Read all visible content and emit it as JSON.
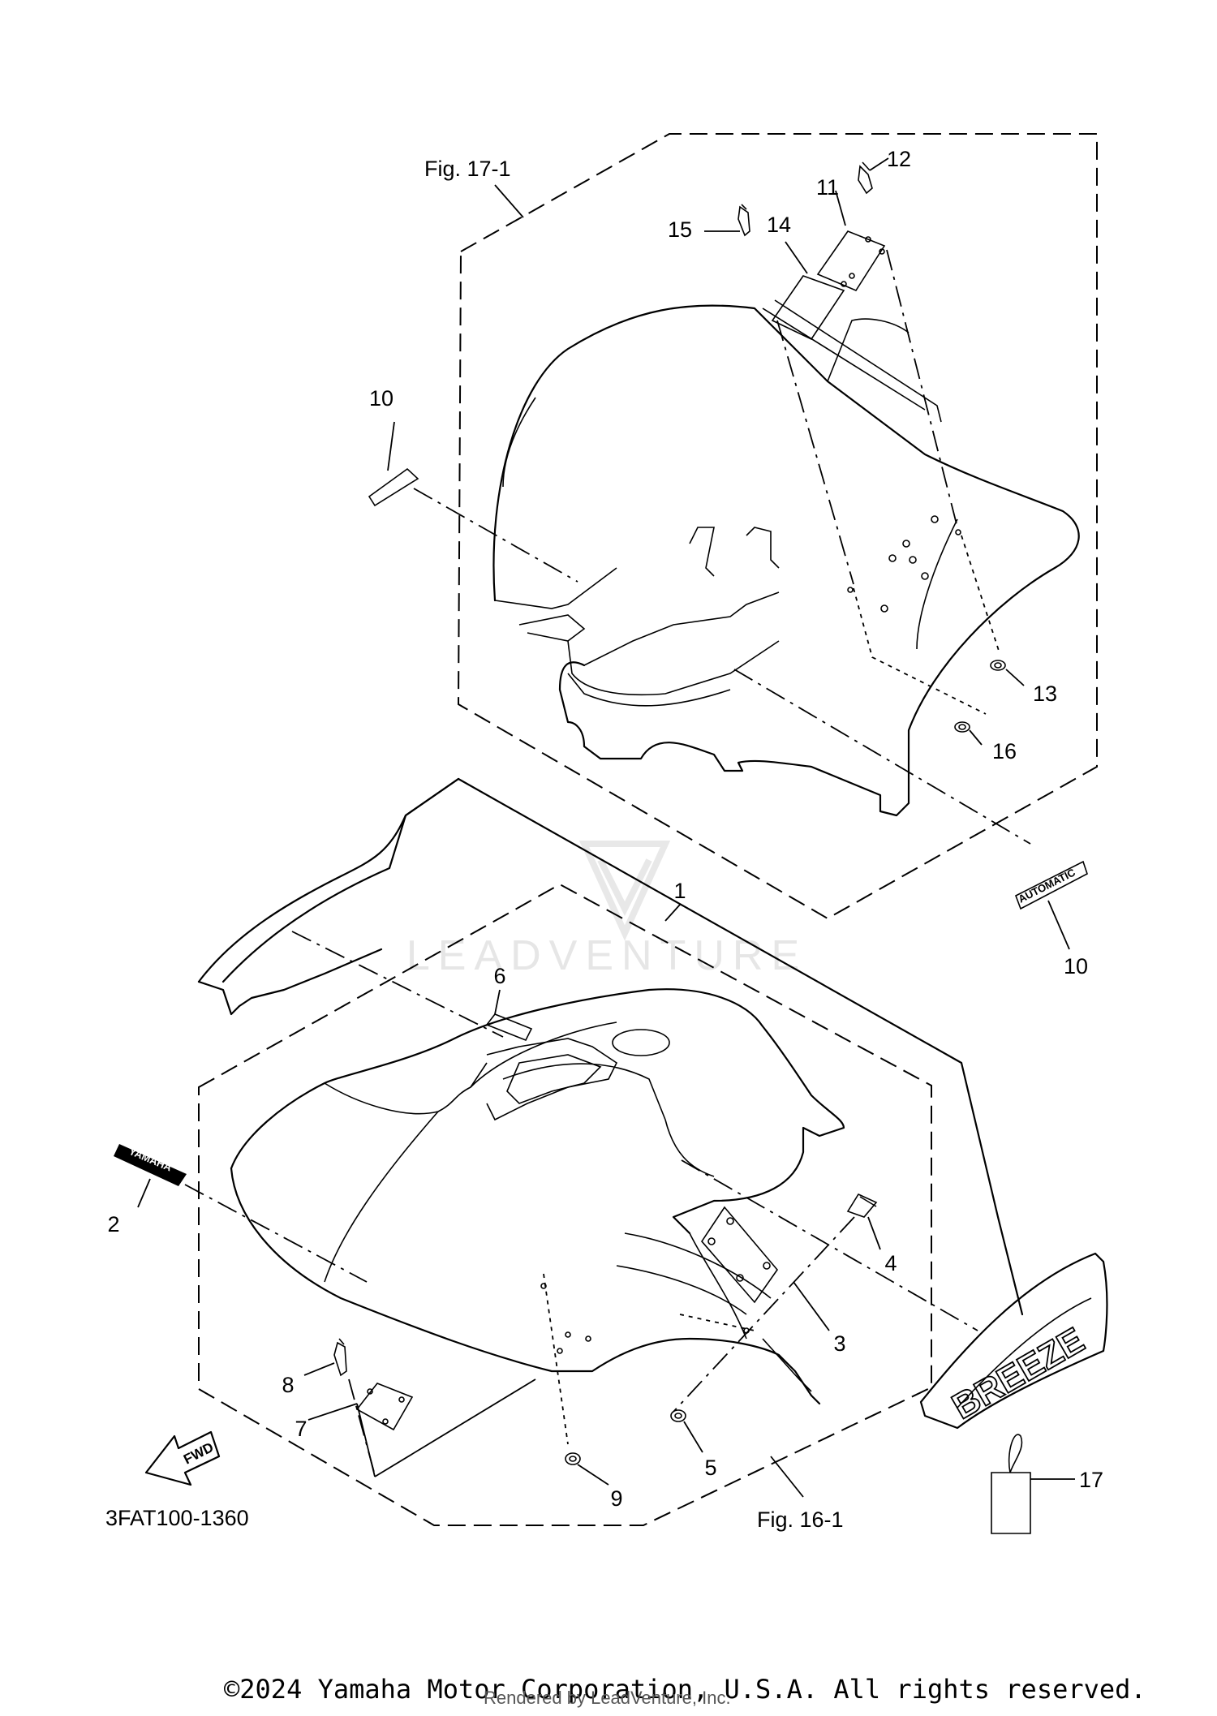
{
  "diagram": {
    "fig_upper": "Fig. 17-1",
    "fig_lower": "Fig. 16-1",
    "drawing_code": "3FAT100-1360",
    "watermark": "LEADVENTURE",
    "callouts": [
      "1",
      "2",
      "3",
      "4",
      "5",
      "6",
      "7",
      "8",
      "9",
      "10",
      "10",
      "11",
      "12",
      "13",
      "14",
      "15",
      "16",
      "17"
    ],
    "decals": {
      "yamaha": "YAMAHA",
      "automatic": "AUTOMATIC",
      "breeze": "BREEZE",
      "fwd": "FWD"
    }
  },
  "footer": {
    "copyright": "©2024 Yamaha Motor Corporation, U.S.A. All rights reserved.",
    "rendered_by": "Rendered by LeadVenture, Inc."
  }
}
